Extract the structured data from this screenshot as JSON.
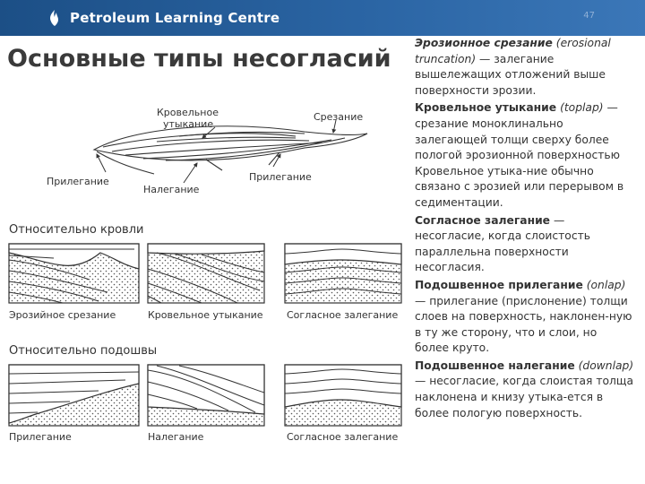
{
  "header": {
    "brand": "Petroleum Learning Centre",
    "slide_number": "47"
  },
  "title": "Основные типы несогласий",
  "figure": {
    "top_labels": {
      "toplap": "Кровельное",
      "toplap2": "утыкание",
      "erosion": "Срезание",
      "onlap": "Прилегание",
      "downlap": "Налегание",
      "onlap_right": "Прилегание"
    },
    "section_top": "Относительно кровли",
    "row1": [
      "Эрозийное срезание",
      "Кровельное утыкание",
      "Согласное залегание"
    ],
    "section_bottom": "Относительно подошвы",
    "row2": [
      "Прилегание",
      "Налегание",
      "Согласное залегание"
    ]
  },
  "definitions": [
    {
      "term": "Эрозионное срезание",
      "term_extra": "",
      "paren": "(erosional truncation)",
      "body": " — залегание вышележащих отложений выше поверхности эрозии."
    },
    {
      "term": "Кровельное утыкание",
      "term_extra": "",
      "paren": "(toplap)",
      "body": " — срезание моноклинально залегающей толщи сверху более пологой эрозионной поверхностью Кровельное утыка-ние обычно связано с эрозией или перерывом в седиментации."
    },
    {
      "term": "Согласное залегание",
      "term_extra": "",
      "paren": "",
      "body": " — несогласие, когда слоистость параллельна поверхности несогласия."
    },
    {
      "term": "Подошвенное прилегание",
      "term_extra": "",
      "paren": "(onlap)",
      "body": " — прилегание (присло­нение) толщи слоев на поверхность, наклонен-ную в ту же сторону, что и слои, но более круто."
    },
    {
      "term": "Подошвенное налегание",
      "term_extra": "",
      "paren": "(downlap)",
      "body": " — несогласие, когда слоистая толща наклонена и книзу утыка-ется в более пологую поверхность."
    }
  ]
}
